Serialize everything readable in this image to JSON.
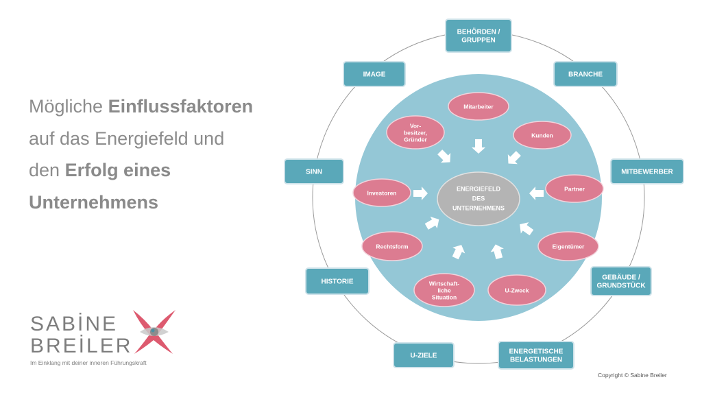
{
  "headline": {
    "line1_normal": "Mögliche ",
    "line1_bold": "Einflussfaktoren",
    "line2": "auf das Energiefeld und",
    "line3_normal": "den ",
    "line3_bold": "Erfolg eines",
    "line4_bold": "Unternehmens"
  },
  "brand": {
    "name_line1": "SABİNE",
    "name_line2": "BREİLER",
    "tagline": "Im Einklang mit deiner inneren Führungskraft"
  },
  "copyright": "Copyright © Sabine Breiler",
  "core": {
    "lines": [
      "ENERGIEFELD",
      "DES",
      "UNTERNEHMENS"
    ]
  },
  "inner_factors": [
    {
      "id": "mitarbeiter",
      "lines": [
        "Mitarbeiter"
      ]
    },
    {
      "id": "kunden",
      "lines": [
        "Kunden"
      ]
    },
    {
      "id": "partner",
      "lines": [
        "Partner"
      ]
    },
    {
      "id": "eigentuemer",
      "lines": [
        "Eigentümer"
      ]
    },
    {
      "id": "u-zweck",
      "lines": [
        "U-Zweck"
      ]
    },
    {
      "id": "wirtschaftliche-situation",
      "lines": [
        "Wirtschaft-",
        "liche",
        "Situation"
      ]
    },
    {
      "id": "rechtsform",
      "lines": [
        "Rechtsform"
      ]
    },
    {
      "id": "investoren",
      "lines": [
        "Investoren"
      ]
    },
    {
      "id": "vorbesitzer-gruender",
      "lines": [
        "Vor-",
        "besitzer,",
        "Gründer"
      ]
    }
  ],
  "outer_factors": [
    {
      "id": "behoerden-gruppen",
      "lines": [
        "BEHÖRDEN /",
        "GRUPPEN"
      ]
    },
    {
      "id": "branche",
      "lines": [
        "BRANCHE"
      ]
    },
    {
      "id": "mitbewerber",
      "lines": [
        "MITBEWERBER"
      ]
    },
    {
      "id": "gebaeude-grundstueck",
      "lines": [
        "GEBÄUDE /",
        "GRUNDSTÜCK"
      ]
    },
    {
      "id": "energetische-belastungen",
      "lines": [
        "ENERGETISCHE",
        "BELASTUNGEN"
      ]
    },
    {
      "id": "u-ziele",
      "lines": [
        "U-ZIELE"
      ]
    },
    {
      "id": "historie",
      "lines": [
        "HISTORIE"
      ]
    },
    {
      "id": "sinn",
      "lines": [
        "SINN"
      ]
    },
    {
      "id": "image",
      "lines": [
        "IMAGE"
      ]
    }
  ],
  "colors": {
    "inner_disc": "#94c7d6",
    "outer_box": "#5aa8b9",
    "outer_box_border": "#cfe3ea",
    "pink_node": "#dc7c91",
    "core_node": "#b4b4b4",
    "ring_line": "#9a9a9a",
    "text_grey": "#8c8c8c",
    "logo_red": "#d9485f"
  },
  "icons": {
    "logo": "x-figure-logo",
    "arrows": "white-block-arrow"
  }
}
